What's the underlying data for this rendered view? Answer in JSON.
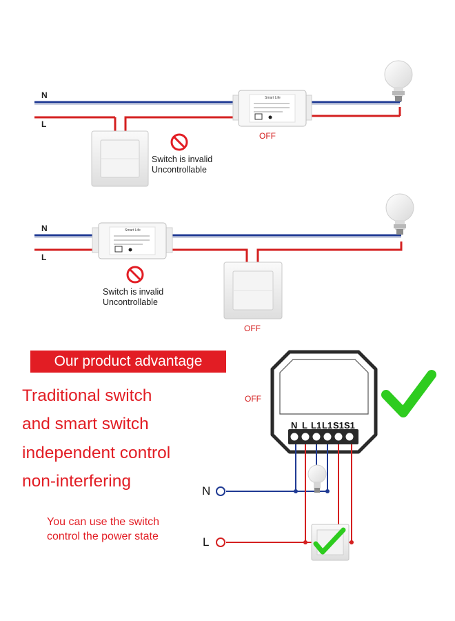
{
  "scene1": {
    "n_label": "N",
    "l_label": "L",
    "note_line1": "Switch is invalid",
    "note_line2": "Uncontrollable",
    "off_label": "OFF",
    "module_text": "Smart Life"
  },
  "scene2": {
    "n_label": "N",
    "l_label": "L",
    "note_line1": "Switch is invalid",
    "note_line2": "Uncontrollable",
    "off_label": "OFF",
    "module_text": "Smart Life"
  },
  "advantage": {
    "banner": "Our product advantage",
    "lines": [
      "Traditional switch",
      "and smart switch",
      "independent control",
      "non-interfering"
    ],
    "hint_line1": "You can use the switch",
    "hint_line2": "control the power state",
    "off_label": "OFF",
    "terminals": [
      "N",
      "L",
      "L1",
      "L1",
      "S1",
      "S1"
    ],
    "n_label": "N",
    "l_label": "L"
  },
  "colors": {
    "neutral": "#1f3a93",
    "live": "#d42020",
    "accent": "#e21d24",
    "check": "#2ecc1f"
  },
  "icons": [
    "prohibited-icon",
    "light-bulb-icon",
    "checkmark-icon",
    "wall-switch-icon",
    "smart-module-icon"
  ]
}
